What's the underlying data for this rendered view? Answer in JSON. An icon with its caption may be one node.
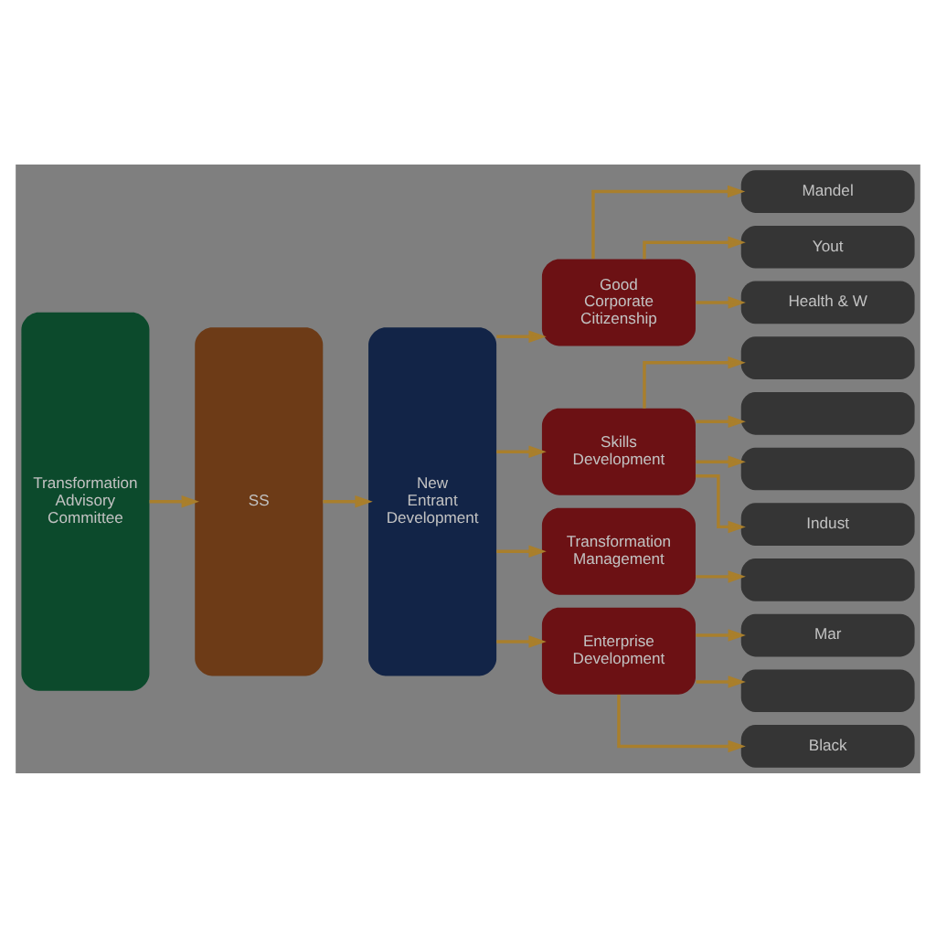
{
  "diagram": {
    "nodes": [
      {
        "text": [
          "Transformation Advisory Committee"
        ]
      },
      {
        "text": [
          "SS"
        ]
      },
      {
        "text": [
          "New Entrant Development"
        ]
      },
      {
        "text": [
          "Good Corporate Citizenship"
        ]
      },
      {
        "text": [
          "Skills Development"
        ]
      },
      {
        "text": [
          "Transformation Management"
        ]
      },
      {
        "text": [
          "Enterprise Development"
        ]
      },
      {
        "text": [
          "Mandel"
        ]
      },
      {
        "text": [
          "Yout"
        ]
      },
      {
        "text": [
          "Health & W"
        ]
      },
      {
        "text": [],
        "shape": "box"
      },
      {
        "text": [],
        "shape": "box"
      },
      {
        "text": [],
        "shape": "box"
      },
      {
        "text": [
          "Indust"
        ]
      },
      {
        "text": [],
        "shape": "box"
      },
      {
        "text": [
          "Mar"
        ]
      },
      {
        "text": [],
        "shape": "box"
      },
      {
        "text": [
          "Black"
        ]
      }
    ],
    "edges": [
      {
        "from": 0,
        "to": 1,
        "arrow": "to"
      },
      {
        "from": 1,
        "to": 2,
        "arrow": "to"
      },
      {
        "from": 2,
        "to": 3,
        "arrow": "to"
      },
      {
        "from": 2,
        "to": 4,
        "arrow": "to"
      },
      {
        "from": 2,
        "to": 5,
        "arrow": "to"
      },
      {
        "from": 2,
        "to": 6,
        "arrow": "to"
      },
      {
        "from": 3,
        "to": 7,
        "arrow": "to"
      },
      {
        "from": 3,
        "to": 8,
        "arrow": "to"
      },
      {
        "from": 3,
        "to": 9,
        "arrow": "to"
      },
      {
        "from": 4,
        "to": 10,
        "arrow": "to"
      },
      {
        "from": 4,
        "to": 11,
        "arrow": "to"
      },
      {
        "from": 4,
        "to": 12,
        "arrow": "to"
      },
      {
        "from": 4,
        "to": 13,
        "arrow": "to"
      },
      {
        "from": 5,
        "to": 14,
        "arrow": "to"
      },
      {
        "from": 6,
        "to": 15,
        "arrow": "to"
      },
      {
        "from": 6,
        "to": 16,
        "arrow": "to"
      },
      {
        "from": 6,
        "to": 17,
        "arrow": "to"
      }
    ]
  }
}
